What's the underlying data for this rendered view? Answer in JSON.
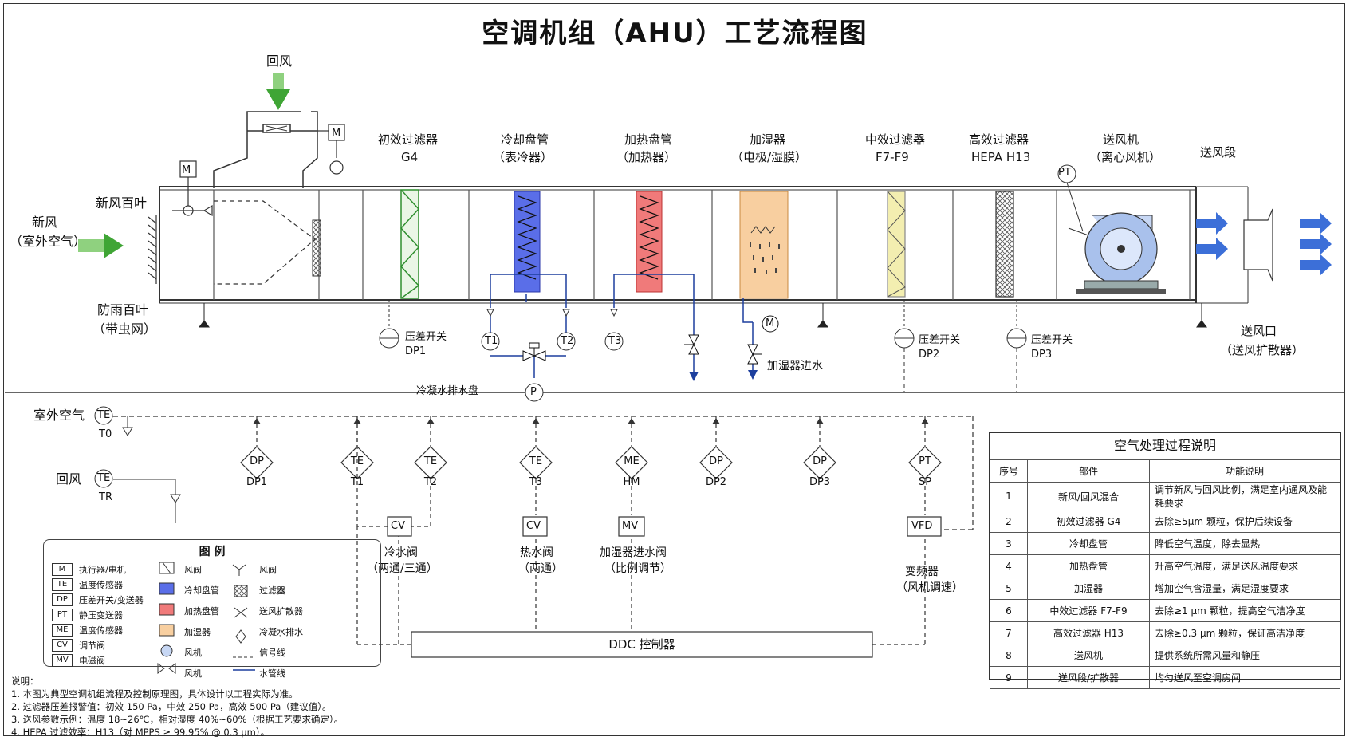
{
  "title": "空调机组（AHU）工艺流程图",
  "top_labels": {
    "return_air": "回风",
    "fresh_air_1": "新风",
    "fresh_air_2": "（室外空气）",
    "fresh_louver": "新风百叶",
    "rain_louver_1": "防雨百叶",
    "rain_louver_2": "（带虫网）",
    "prefilter_1": "初效过滤器",
    "prefilter_2": "G4",
    "cool_coil_1": "冷却盘管",
    "cool_coil_2": "（表冷器）",
    "heat_coil_1": "加热盘管",
    "heat_coil_2": "（加热器）",
    "humid_1": "加湿器",
    "humid_2": "（电极/湿膜）",
    "midfilter_1": "中效过滤器",
    "midfilter_2": "F7-F9",
    "hepa_1": "高效过滤器",
    "hepa_2": "HEPA H13",
    "fan_1": "送风机",
    "fan_2": "（离心风机）",
    "supply_section": "送风段",
    "supply_outlet_1": "送风口",
    "supply_outlet_2": "（送风扩散器）",
    "dp_switch": "压差开关",
    "dp1": "DP1",
    "dp2": "DP2",
    "dp3": "DP3",
    "t1": "T1",
    "t2": "T2",
    "t3": "T3",
    "m": "M",
    "pt": "PT",
    "p": "P",
    "humid_water": "加湿器进水",
    "condensate": "冷凝水排水盘"
  },
  "control": {
    "outdoor_air": "室外空气",
    "return_air": "回风",
    "te": "TE",
    "t0": "T0",
    "tr": "TR",
    "sensors": [
      {
        "code": "DP",
        "tag": "DP1"
      },
      {
        "code": "TE",
        "tag": "T1"
      },
      {
        "code": "TE",
        "tag": "T2"
      },
      {
        "code": "TE",
        "tag": "T3"
      },
      {
        "code": "ME",
        "tag": "HM"
      },
      {
        "code": "DP",
        "tag": "DP2"
      },
      {
        "code": "DP",
        "tag": "DP3"
      },
      {
        "code": "PT",
        "tag": "SP"
      }
    ],
    "cv1": "CV",
    "cv1_l1": "冷水阀",
    "cv1_l2": "（两通/三通）",
    "cv2": "CV",
    "cv2_l1": "热水阀",
    "cv2_l2": "（两通）",
    "mv": "MV",
    "mv_l1": "加湿器进水阀",
    "mv_l2": "（比例调节）",
    "vfd": "VFD",
    "vfd_l1": "变频器",
    "vfd_l2": "（风机调速）",
    "ddc": "DDC 控制器"
  },
  "legend": {
    "title": "图 例",
    "items": [
      {
        "sym": "M",
        "text": "执行器/电机"
      },
      {
        "sym": "TE",
        "text": "温度传感器"
      },
      {
        "sym": "DP",
        "text": "压差开关/变送器"
      },
      {
        "sym": "PT",
        "text": "静压变送器"
      },
      {
        "sym": "ME",
        "text": "温度传感器"
      },
      {
        "sym": "CV",
        "text": "调节阀"
      },
      {
        "sym": "MV",
        "text": "电磁阀"
      }
    ],
    "col2": [
      "风阀",
      "冷却盘管",
      "加热盘管",
      "加湿器",
      "风机",
      "风机"
    ],
    "col3": [
      "风阀",
      "过滤器",
      "送风扩散器",
      "冷凝水排水",
      "信号线",
      "水管线"
    ]
  },
  "table": {
    "title": "空气处理过程说明",
    "headers": [
      "序号",
      "部件",
      "功能说明"
    ],
    "rows": [
      [
        "1",
        "新风/回风混合",
        "调节新风与回风比例，满足室内通风及能耗要求"
      ],
      [
        "2",
        "初效过滤器 G4",
        "去除≥5μm 颗粒，保护后续设备"
      ],
      [
        "3",
        "冷却盘管",
        "降低空气温度，除去显热"
      ],
      [
        "4",
        "加热盘管",
        "升高空气温度，满足送风温度要求"
      ],
      [
        "5",
        "加湿器",
        "增加空气含湿量，满足湿度要求"
      ],
      [
        "6",
        "中效过滤器 F7-F9",
        "去除≥1 μm 颗粒，提高空气洁净度"
      ],
      [
        "7",
        "高效过滤器 H13",
        "去除≥0.3 μm 颗粒，保证高洁净度"
      ],
      [
        "8",
        "送风机",
        "提供系统所需风量和静压"
      ],
      [
        "9",
        "送风段/扩散器",
        "均匀送风至空调房间"
      ]
    ]
  },
  "notes": {
    "head": "说明：",
    "n1": "1. 本图为典型空调机组流程及控制原理图，具体设计以工程实际为准。",
    "n2": "2. 过滤器压差报警值：初效 150 Pa，中效 250 Pa，高效 500 Pa（建议值）。",
    "n3": "3. 送风参数示例：温度 18~26℃，相对湿度 40%~60%（根据工艺要求确定）。",
    "n4": "4. HEPA 过滤效率：H13（对 MPPS ≥ 99.95% @ 0.3 μm）。"
  },
  "colors": {
    "fresh_arrow": "#3fa535",
    "cool_coil": "#5a6ee8",
    "heat_coil": "#f07a7a",
    "humidifier": "#f8cfa0",
    "prefilter": "#2f8f2f",
    "midfilter": "#f3eeb0",
    "fan": "#a9c1ec",
    "supply_arrow": "#3c6fd8",
    "water_line": "#1d3f9e"
  }
}
